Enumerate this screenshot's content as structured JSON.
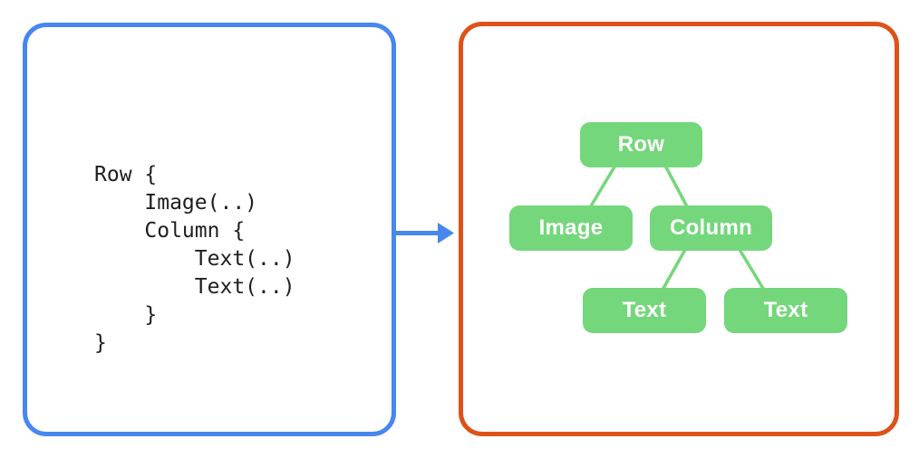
{
  "panels": {
    "code": {
      "border_color": "#4787EE",
      "code_text": "Row {\n    Image(..)\n    Column {\n        Text(..)\n        Text(..)\n    }\n}",
      "code_lines": [
        "Row {",
        "    Image(..)",
        "    Column {",
        "        Text(..)",
        "        Text(..)",
        "    }",
        "}"
      ]
    },
    "tree": {
      "border_color": "#DE5117",
      "node_fill_color": "#74D77B",
      "node_text_color": "#FFFFFF",
      "connector_color": "#74D77B",
      "nodes": [
        {
          "id": "row",
          "label": "Row"
        },
        {
          "id": "image",
          "label": "Image"
        },
        {
          "id": "column",
          "label": "Column"
        },
        {
          "id": "text-1",
          "label": "Text"
        },
        {
          "id": "text-2",
          "label": "Text"
        }
      ],
      "edges": [
        {
          "from": "row",
          "to": "image"
        },
        {
          "from": "row",
          "to": "column"
        },
        {
          "from": "column",
          "to": "text-1"
        },
        {
          "from": "column",
          "to": "text-2"
        }
      ]
    }
  },
  "arrow": {
    "color": "#4787EE",
    "direction": "right"
  }
}
